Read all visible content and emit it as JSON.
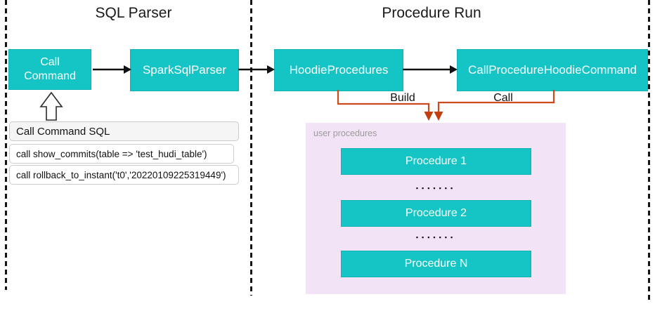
{
  "sections": {
    "sql_parser_title": "SQL Parser",
    "procedure_run_title": "Procedure Run"
  },
  "nodes": {
    "call_command": "Call Command",
    "spark_sql_parser": "SparkSqlParser",
    "hoodie_procedures": "HoodieProcedures",
    "call_procedure_hoodie_command": "CallProcedureHoodieCommand"
  },
  "edges": {
    "build_label": "Build",
    "call_label": "Call"
  },
  "sql_panel": {
    "header": "Call Command SQL",
    "statements": [
      "call show_commits(table => 'test_hudi_table')",
      "call rollback_to_instant('t0','20220109225319449')"
    ]
  },
  "user_procedures": {
    "label": "user procedures",
    "items": [
      "Procedure 1",
      "Procedure 2",
      "Procedure N"
    ],
    "ellipsis": "▪▪▪▪▪▪▪"
  },
  "colors": {
    "node_teal": "#15C4C4",
    "connector_orange": "#CC4A1B",
    "panel_lavender": "#F3E3F6",
    "arrow_black": "#111111"
  }
}
